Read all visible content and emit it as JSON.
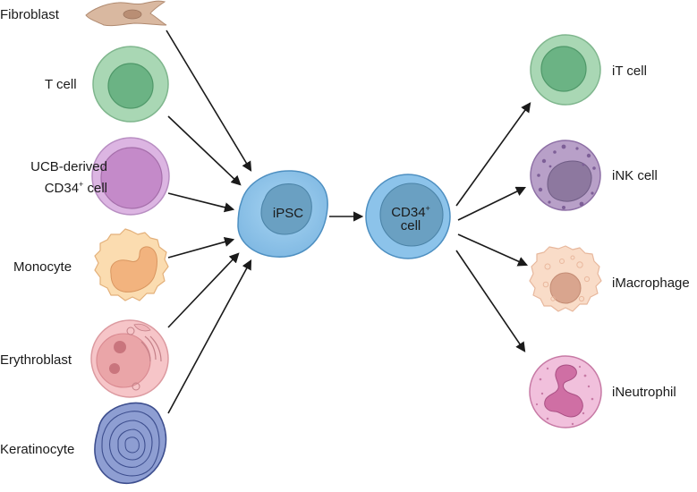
{
  "sources": [
    {
      "id": "fibroblast",
      "label": "Fibroblast"
    },
    {
      "id": "t-cell",
      "label": "T cell"
    },
    {
      "id": "ucb-cd34",
      "label_line1": "UCB-derived",
      "label_line2_main": "CD34",
      "label_line2_sup": "+",
      "label_line2_tail": " cell"
    },
    {
      "id": "monocyte",
      "label": "Monocyte"
    },
    {
      "id": "erythroblast",
      "label": "Erythroblast"
    },
    {
      "id": "keratinocyte",
      "label": "Keratinocyte"
    }
  ],
  "center": {
    "ipsc_label": "iPSC",
    "cd34_line1_main": "CD34",
    "cd34_line1_sup": "+",
    "cd34_line2": "cell"
  },
  "targets": [
    {
      "id": "it-cell",
      "label": "iT cell"
    },
    {
      "id": "ink-cell",
      "label": "iNK cell"
    },
    {
      "id": "imacrophage",
      "label": "iMacrophage"
    },
    {
      "id": "ineutrophil",
      "label": "iNeutrophil"
    }
  ],
  "colors": {
    "t_cell_outer": "#a9d7b4",
    "t_cell_inner": "#6bb384",
    "ucb_outer": "#dcb5e2",
    "ucb_inner": "#c48ac9",
    "monocyte_outer": "#fbdcb0",
    "monocyte_nucleus": "#f2b37e",
    "erythroblast_outer": "#f6c5c8",
    "erythroblast_inner": "#eaa5a8",
    "keratinocyte": "#8e9ed2",
    "ipsc_outer": "#8cc3ea",
    "ipsc_inner": "#6aa0c2",
    "ink_outer": "#b8a0c8",
    "ink_inner": "#8d789f",
    "imacrophage_outer": "#f9dcc8",
    "ineutrophil_outer": "#f1c0dc",
    "ineutrophil_nucleus": "#cf6fa4",
    "fibroblast": "#d9b8a0",
    "arrow": "#1a1a1a"
  }
}
